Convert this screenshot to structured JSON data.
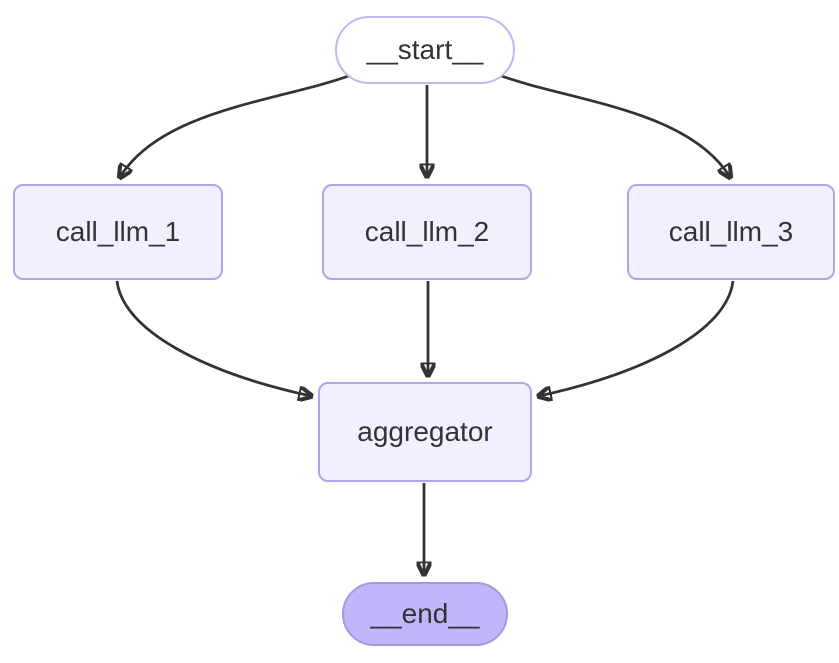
{
  "diagram": {
    "type": "flowchart",
    "direction": "top-down",
    "background_color": "#ffffff",
    "edge_color": "#333333",
    "text_color": "#333333",
    "node_border_color": "#b3a4ea",
    "default_node_fill": "#f2f0ff",
    "start_node_fill": "#ffffff",
    "end_node_fill": "#bfb6fc",
    "nodes": [
      {
        "id": "__start__",
        "label": "__start__",
        "shape": "stadium"
      },
      {
        "id": "call_llm_1",
        "label": "call_llm_1",
        "shape": "rounded-rect"
      },
      {
        "id": "call_llm_2",
        "label": "call_llm_2",
        "shape": "rounded-rect"
      },
      {
        "id": "call_llm_3",
        "label": "call_llm_3",
        "shape": "rounded-rect"
      },
      {
        "id": "aggregator",
        "label": "aggregator",
        "shape": "rounded-rect"
      },
      {
        "id": "__end__",
        "label": "__end__",
        "shape": "stadium"
      }
    ],
    "edges": [
      {
        "from": "__start__",
        "to": "call_llm_1"
      },
      {
        "from": "__start__",
        "to": "call_llm_2"
      },
      {
        "from": "__start__",
        "to": "call_llm_3"
      },
      {
        "from": "call_llm_1",
        "to": "aggregator"
      },
      {
        "from": "call_llm_2",
        "to": "aggregator"
      },
      {
        "from": "call_llm_3",
        "to": "aggregator"
      },
      {
        "from": "aggregator",
        "to": "__end__"
      }
    ]
  }
}
